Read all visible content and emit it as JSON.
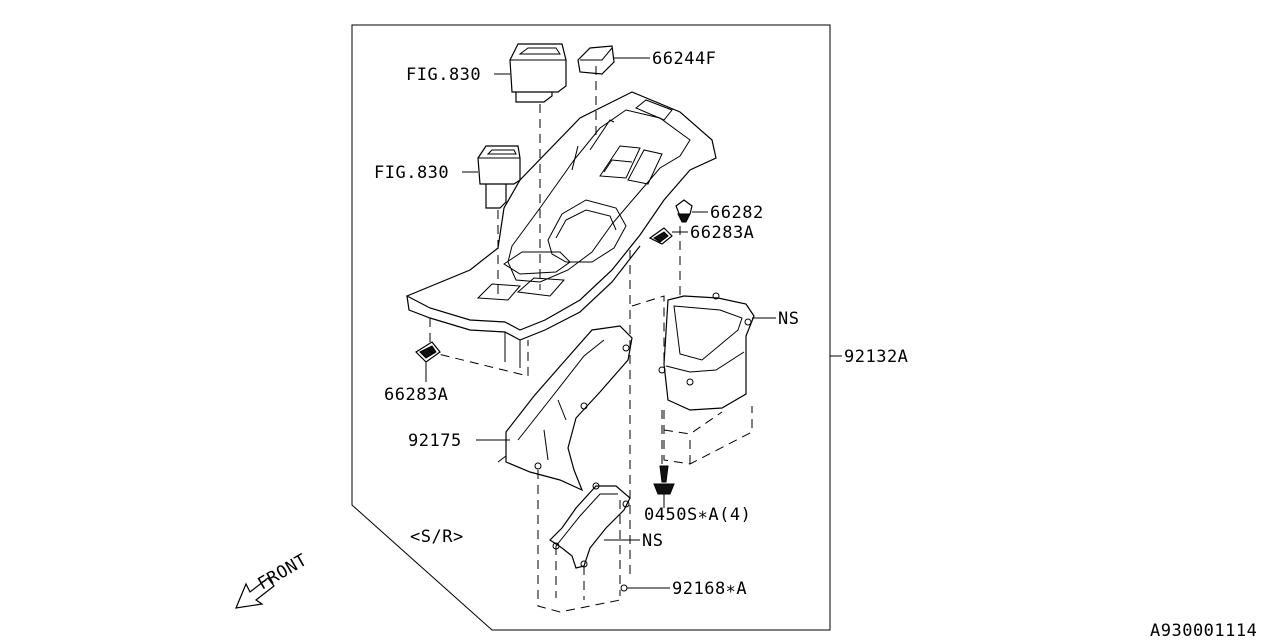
{
  "labels": {
    "fig830_top": "FIG.830",
    "p66244f": "66244F",
    "fig830_mid": "FIG.830",
    "p66282": "66282",
    "p66283a_right": "66283A",
    "ns_upper": "NS",
    "p92132a": "92132A",
    "p66283a_left": "66283A",
    "p92175": "92175",
    "p0450s": "0450S∗A(4)",
    "sr": "<S/R>",
    "ns_lower": "NS",
    "p92168": "92168∗A",
    "front": "FRONT",
    "diagram_code": "A930001114"
  }
}
